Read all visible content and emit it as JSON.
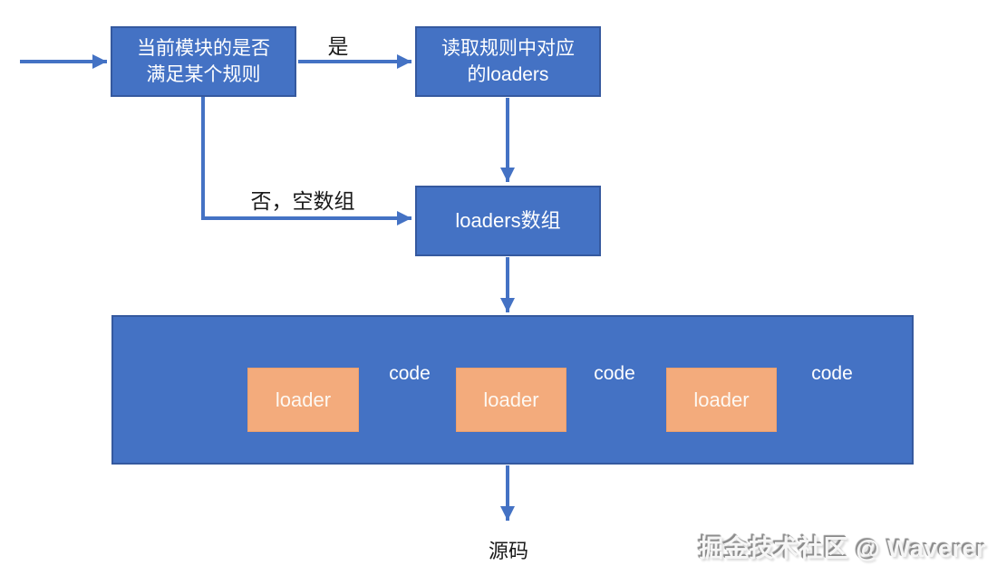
{
  "diagram": {
    "title_none": "",
    "nodes": {
      "check_rule": {
        "line1": "当前模块的是否",
        "line2": "满足某个规则"
      },
      "read_loaders": {
        "line1": "读取规则中对应",
        "line2": "的loaders"
      },
      "loaders_array": {
        "label": "loaders数组"
      }
    },
    "edge_labels": {
      "yes": "是",
      "no_empty_array": "否，空数组"
    },
    "pipeline": {
      "loaders": [
        "loader",
        "loader",
        "loader"
      ],
      "code_labels": [
        "code",
        "code",
        "code"
      ]
    },
    "output_label": "源码",
    "watermark": "掘金技术社区 @ Waverer",
    "colors": {
      "node_blue": "#4472C4",
      "node_blue_border": "#35599F",
      "loader_orange": "#F3AB7C",
      "text_on_blue": "#FFFFFF",
      "label_text": "#1A1A1A"
    }
  }
}
